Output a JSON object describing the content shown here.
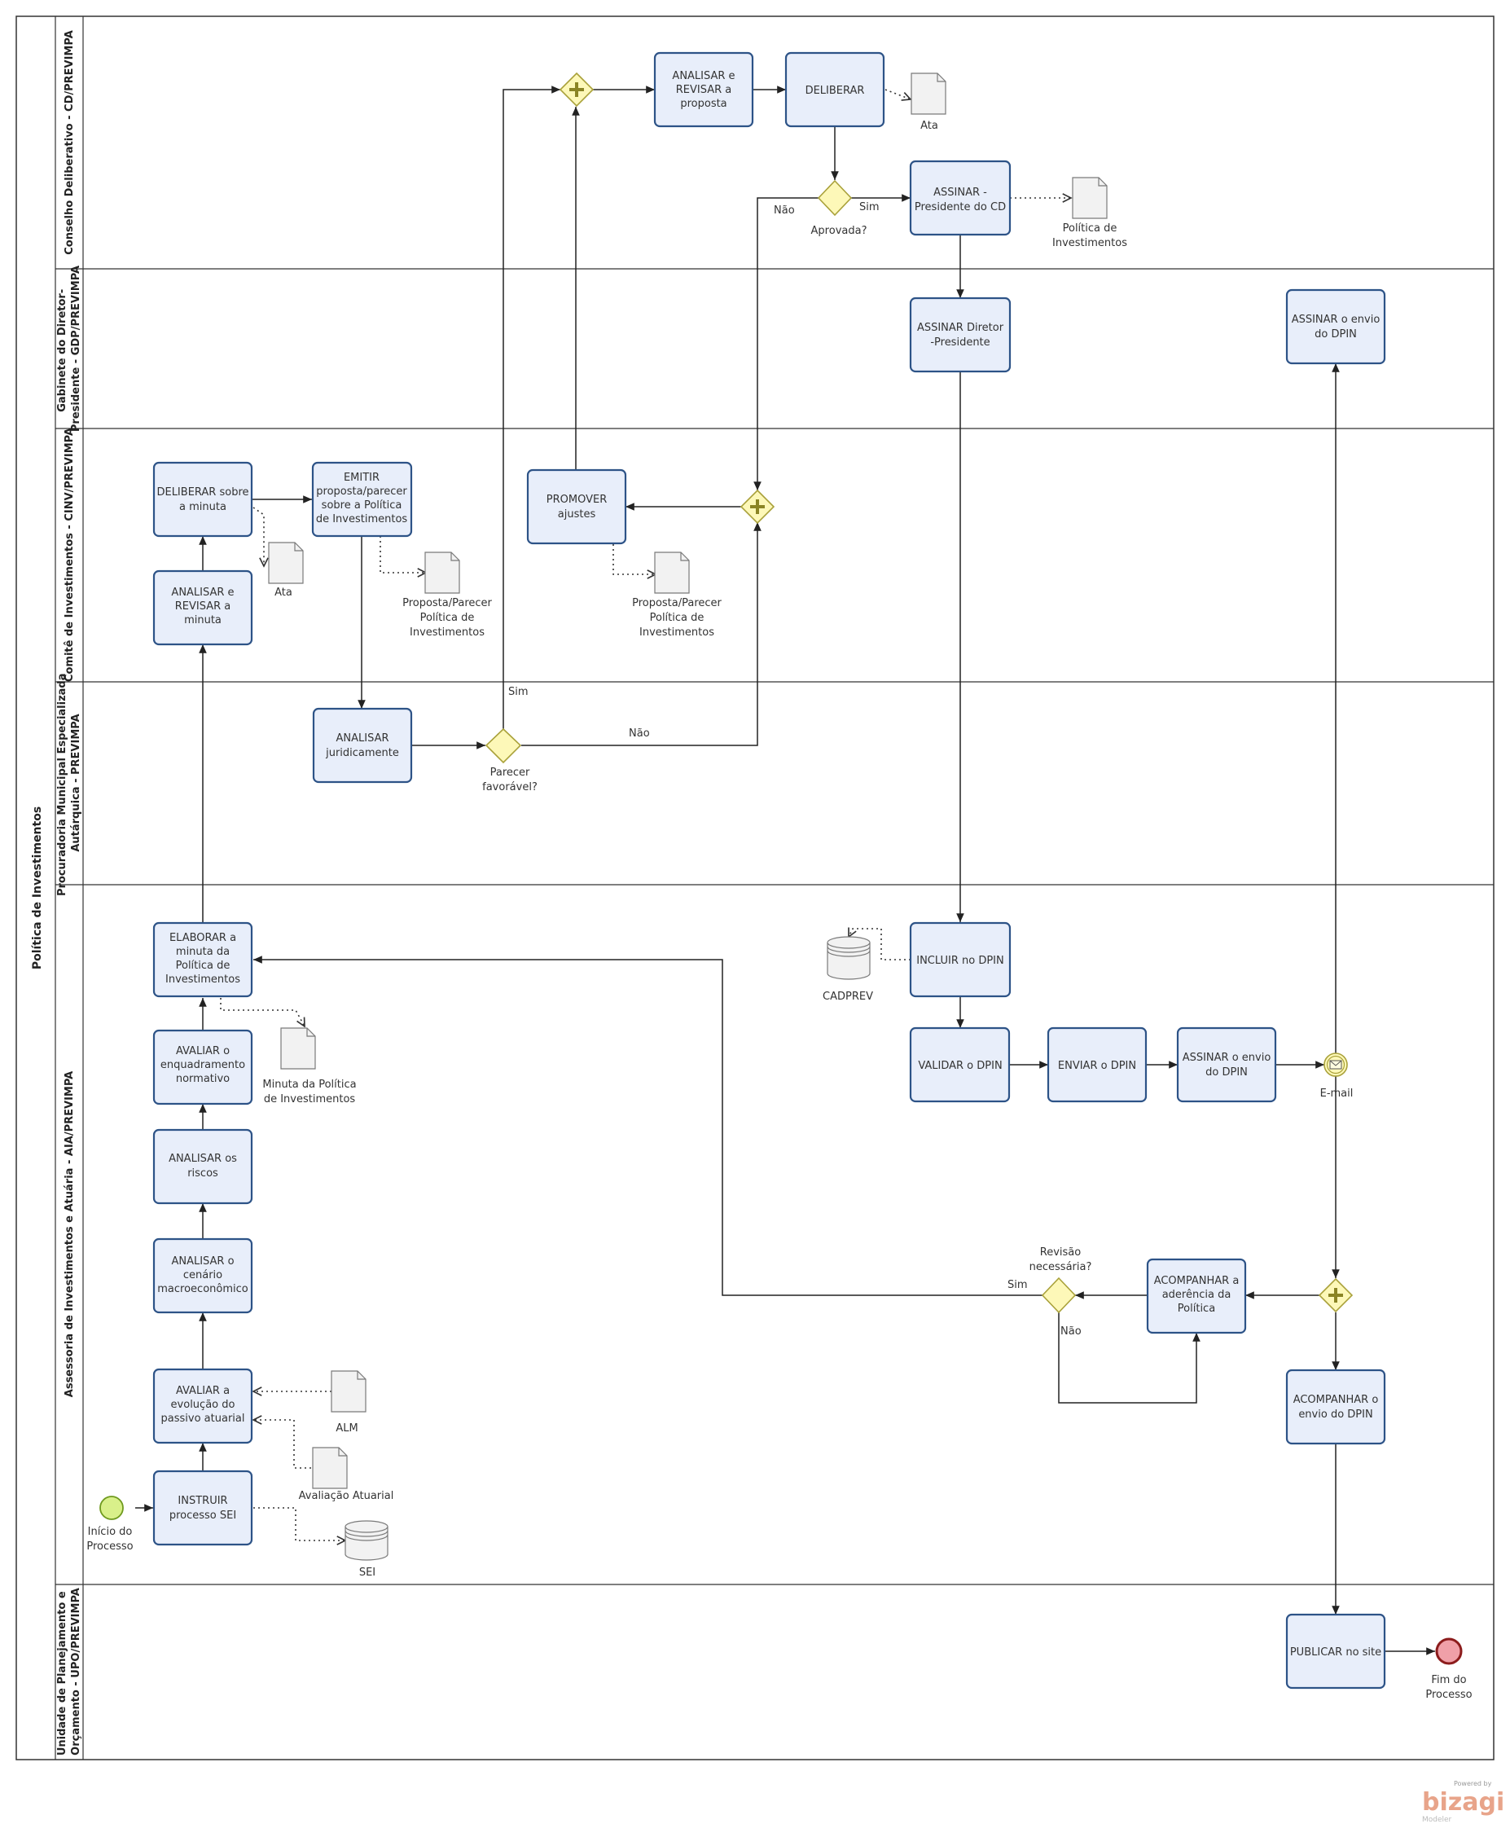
{
  "pool": {
    "title": "Política de Investimentos"
  },
  "lanes": [
    {
      "label": "Conselho Deliberativo - CD/PREVIMPA"
    },
    {
      "label": "Gabinete do Diretor-Presidente - GDP/PREVIMPA",
      "lines": [
        "Gabinete do Diretor-",
        "Presidente - GDP/PREVIMPA"
      ]
    },
    {
      "label": "Comitê de Investimentos - CINV/PREVIMPA"
    },
    {
      "label": "Procuradoria Municipal Especializada Autárquica - PREVIMPA",
      "lines": [
        "Procuradoria Municipal Especializada",
        "Autárquica - PREVIMPA"
      ]
    },
    {
      "label": "Assessoria de Investimentos e Atuária - AIA/PREVIMPA"
    },
    {
      "label": "Unidade de Planejamento e Orçamento - UPO/PREVIMPA",
      "lines": [
        "Unidade de Planejamento e",
        "Orçamento - UPO/PREVIMPA"
      ]
    }
  ],
  "tasks": {
    "analisar_revisar_proposta": [
      "ANALISAR e",
      "REVISAR a",
      "proposta"
    ],
    "deliberar": [
      "DELIBERAR"
    ],
    "assinar_presidente_cd": [
      "ASSINAR -",
      "Presidente do CD"
    ],
    "assinar_diretor": [
      "ASSINAR Diretor",
      "-Presidente"
    ],
    "assinar_envio_gdp": [
      "ASSINAR o envio",
      "do DPIN"
    ],
    "deliberar_minuta": [
      "DELIBERAR sobre",
      "a minuta"
    ],
    "emitir_parecer": [
      "EMITIR",
      "proposta/parecer",
      "sobre a Política",
      "de Investimentos"
    ],
    "promover_ajustes": [
      "PROMOVER",
      "ajustes"
    ],
    "analisar_revisar_minuta": [
      "ANALISAR e",
      "REVISAR a",
      "minuta"
    ],
    "analisar_juridicamente": [
      "ANALISAR",
      "juridicamente"
    ],
    "elaborar_minuta": [
      "ELABORAR a",
      "minuta da",
      "Política de",
      "Investimentos"
    ],
    "avaliar_enquadramento": [
      "AVALIAR  o",
      "enquadramento",
      "normativo"
    ],
    "analisar_riscos": [
      "ANALISAR os",
      "riscos"
    ],
    "analisar_cenario": [
      "ANALISAR o",
      "cenário",
      "macroeconômico"
    ],
    "avaliar_passivo": [
      "AVALIAR a",
      "evolução do",
      "passivo atuarial"
    ],
    "instruir_sei": [
      "INSTRUIR",
      "processo SEI"
    ],
    "incluir_dpin": [
      "INCLUIR no DPIN"
    ],
    "validar_dpin": [
      "VALIDAR o DPIN"
    ],
    "enviar_dpin": [
      "ENVIAR o DPIN"
    ],
    "assinar_envio_aia": [
      "ASSINAR o envio",
      "do DPIN"
    ],
    "acompanhar_aderencia": [
      "ACOMPANHAR a",
      "aderência da",
      "Política"
    ],
    "acompanhar_envio": [
      "ACOMPANHAR o",
      "envio do DPIN"
    ],
    "publicar_site": [
      "PUBLICAR no site"
    ]
  },
  "gateways": {
    "aprovada": [
      "Aprovada?"
    ],
    "parecer_favoravel": [
      "Parecer",
      "favorável?"
    ],
    "revisao_necessaria": [
      "Revisão",
      "necessária?"
    ]
  },
  "flow_labels": {
    "nao_aprovada": "Não",
    "sim_aprovada": "Sim",
    "sim_parecer": "Sim",
    "nao_parecer": "Não",
    "sim_revisao": "Sim",
    "nao_revisao": "Não"
  },
  "artifacts": {
    "ata_cd": [
      "Ata"
    ],
    "politica_investimentos": [
      "Política de",
      "Investimentos"
    ],
    "ata_cinv": [
      "Ata"
    ],
    "proposta_parecer_1": [
      "Proposta/Parecer",
      "Política de",
      "Investimentos"
    ],
    "proposta_parecer_2": [
      "Proposta/Parecer",
      "Política de",
      "Investimentos"
    ],
    "minuta": [
      "Minuta da Política",
      "de Investimentos"
    ],
    "alm": [
      "ALM"
    ],
    "avaliacao_atuarial": [
      "Avaliação Atuarial"
    ],
    "sei": [
      "SEI"
    ],
    "cadprev": [
      "CADPREV"
    ]
  },
  "events": {
    "inicio": [
      "Início do",
      "Processo"
    ],
    "fim": [
      "Fim do",
      "Processo"
    ],
    "email": [
      "E-mail"
    ]
  },
  "watermark": {
    "top": "Powered by",
    "brand": "bizagi",
    "bottom": "Modeler"
  },
  "colors": {
    "task_fill": "#e8eefa",
    "task_stroke": "#2d5387",
    "gateway_fill": "#fdf8b8",
    "start_fill": "#d9f08a",
    "end_fill": "#f0a0a8"
  }
}
